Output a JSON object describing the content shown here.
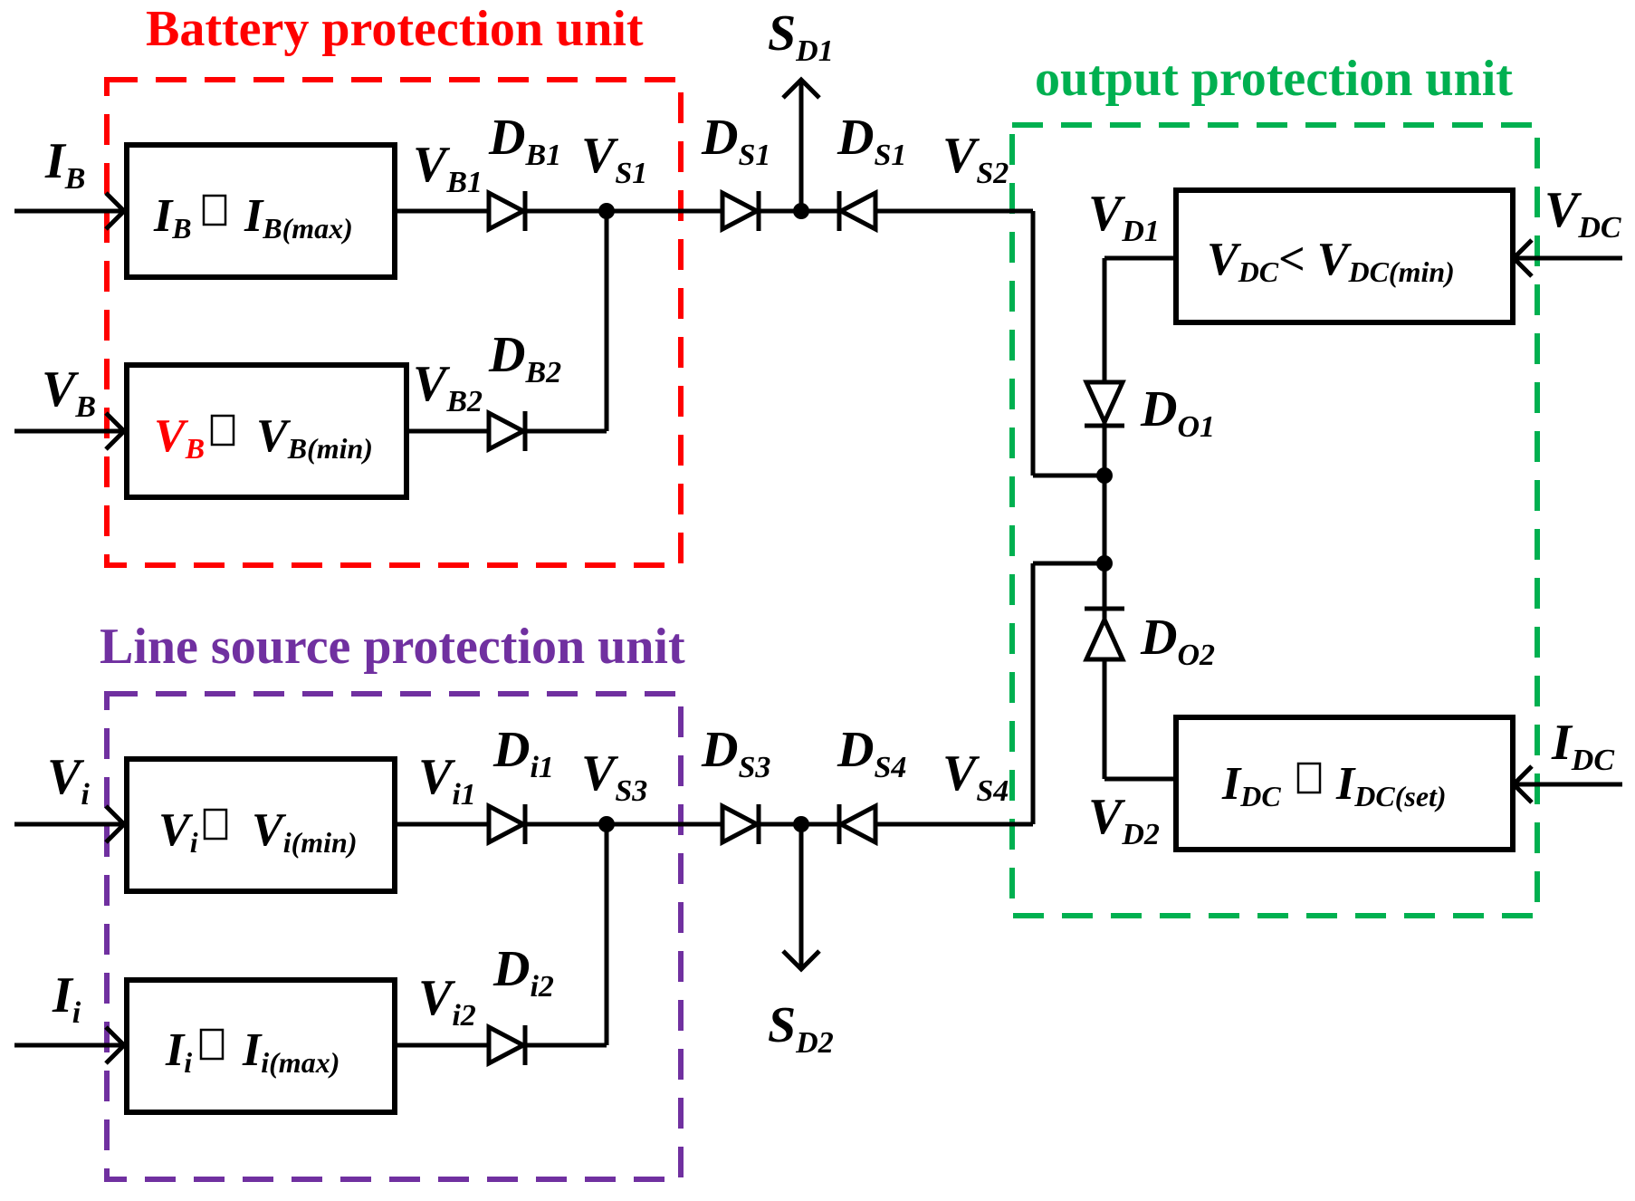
{
  "units": {
    "battery": {
      "title": "Battery protection unit",
      "color": "#ff0000"
    },
    "line": {
      "title": "Line source protection unit",
      "color": "#7030a0"
    },
    "output": {
      "title": "output protection unit",
      "color": "#00b050"
    }
  },
  "inputs": {
    "ib": {
      "main": "I",
      "sub": "B"
    },
    "vb": {
      "main": "V",
      "sub": "B"
    },
    "vi": {
      "main": "V",
      "sub": "i"
    },
    "ii": {
      "main": "I",
      "sub": "i"
    },
    "vdc": {
      "main": "V",
      "sub": "DC"
    },
    "idc": {
      "main": "I",
      "sub": "DC"
    }
  },
  "boxes": {
    "ib": {
      "a": "I",
      "a_sub": "B",
      "b": "I",
      "b_sub": "B(max)"
    },
    "vb": {
      "a": "V",
      "a_sub": "B",
      "b": "V",
      "b_sub": "B(min)",
      "a_color": "#ff0000"
    },
    "vi": {
      "a": "V",
      "a_sub": "i",
      "b": "V",
      "b_sub": "i(min)"
    },
    "ii": {
      "a": "I",
      "a_sub": "i",
      "b": "I",
      "b_sub": "i(max)"
    },
    "vdc": {
      "a": "V",
      "a_sub": "DC",
      "op": "<",
      "b": "V",
      "b_sub": "DC(min)"
    },
    "idc": {
      "a": "I",
      "a_sub": "DC",
      "b": "I",
      "b_sub": "DC(set)"
    }
  },
  "nodes": {
    "vb1": {
      "main": "V",
      "sub": "B1"
    },
    "vb2": {
      "main": "V",
      "sub": "B2"
    },
    "vs1": {
      "main": "V",
      "sub": "S1"
    },
    "vs2": {
      "main": "V",
      "sub": "S2"
    },
    "vi1": {
      "main": "V",
      "sub": "i1"
    },
    "vi2": {
      "main": "V",
      "sub": "i2"
    },
    "vs3": {
      "main": "V",
      "sub": "S3"
    },
    "vs4": {
      "main": "V",
      "sub": "S4"
    },
    "vd1": {
      "main": "V",
      "sub": "D1"
    },
    "vd2": {
      "main": "V",
      "sub": "D2"
    }
  },
  "diodes": {
    "db1": {
      "main": "D",
      "sub": "B1"
    },
    "db2": {
      "main": "D",
      "sub": "B2"
    },
    "ds1a": {
      "main": "D",
      "sub": "S1"
    },
    "ds1b": {
      "main": "D",
      "sub": "S1"
    },
    "di1": {
      "main": "D",
      "sub": "i1"
    },
    "di2": {
      "main": "D",
      "sub": "i2"
    },
    "ds3": {
      "main": "D",
      "sub": "S3"
    },
    "ds4": {
      "main": "D",
      "sub": "S4"
    },
    "do1": {
      "main": "D",
      "sub": "O1"
    },
    "do2": {
      "main": "D",
      "sub": "O2"
    }
  },
  "outputs": {
    "sd1": {
      "main": "S",
      "sub": "D1"
    },
    "sd2": {
      "main": "S",
      "sub": "D2"
    }
  }
}
